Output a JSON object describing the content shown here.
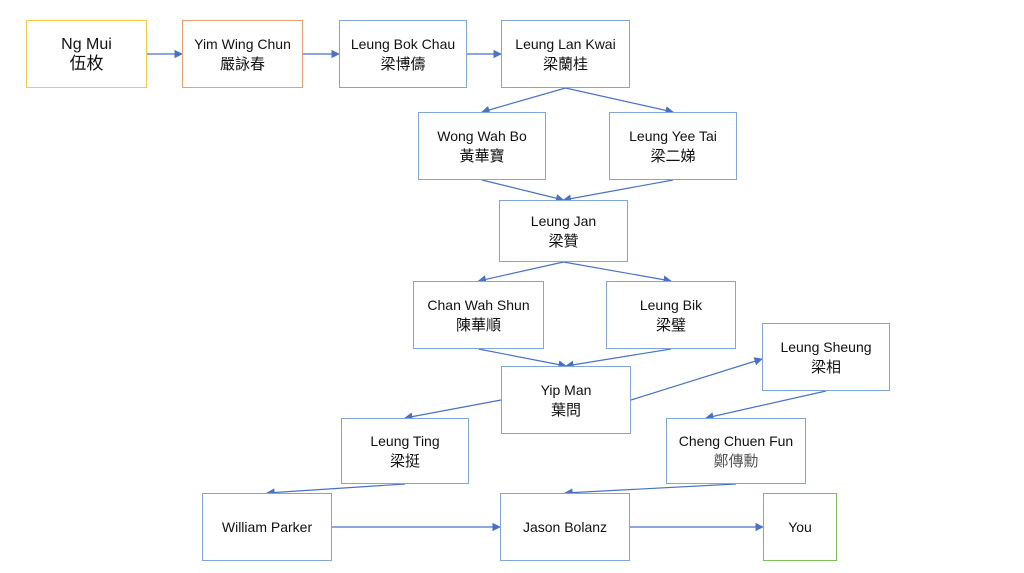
{
  "colors": {
    "node_border": "#7fa6d4",
    "edge": "#4a72c4",
    "ng_mui_border": "#f2c94c",
    "yim_wing_chun_border": "#e8a070",
    "you_border": "#7cbf5a"
  },
  "nodes": [
    {
      "id": "ngmui",
      "name": "Ng Mui",
      "chinese": "伍枚"
    },
    {
      "id": "yimwingchun",
      "name": "Yim Wing Chun",
      "chinese": "嚴詠春"
    },
    {
      "id": "leungbokchau",
      "name": "Leung Bok Chau",
      "chinese": "梁博儔"
    },
    {
      "id": "leunglankwai",
      "name": "Leung Lan Kwai",
      "chinese": "梁蘭桂"
    },
    {
      "id": "wongwahbo",
      "name": "Wong Wah Bo",
      "chinese": "黃華寶"
    },
    {
      "id": "leungyeetai",
      "name": "Leung Yee Tai",
      "chinese": "梁二娣"
    },
    {
      "id": "leungjan",
      "name": "Leung Jan",
      "chinese": "梁贊"
    },
    {
      "id": "chanwahshun",
      "name": "Chan Wah Shun",
      "chinese": "陳華順"
    },
    {
      "id": "leungbik",
      "name": "Leung Bik",
      "chinese": "梁璧"
    },
    {
      "id": "leungsheung",
      "name": "Leung Sheung",
      "chinese": "梁相"
    },
    {
      "id": "yipman",
      "name": "Yip Man",
      "chinese": "葉問"
    },
    {
      "id": "leungting",
      "name": "Leung Ting",
      "chinese": "梁挺"
    },
    {
      "id": "chengchuenfun",
      "name": "Cheng Chuen Fun",
      "chinese": "鄭傳勳"
    },
    {
      "id": "williamparker",
      "name": "William Parker",
      "chinese": ""
    },
    {
      "id": "jasonbolanz",
      "name": "Jason Bolanz",
      "chinese": ""
    },
    {
      "id": "you",
      "name": "You",
      "chinese": ""
    }
  ],
  "edges": [
    {
      "from": "ngmui",
      "to": "yimwingchun"
    },
    {
      "from": "yimwingchun",
      "to": "leungbokchau"
    },
    {
      "from": "leungbokchau",
      "to": "leunglankwai"
    },
    {
      "from": "leunglankwai",
      "to": "wongwahbo"
    },
    {
      "from": "leunglankwai",
      "to": "leungyeetai"
    },
    {
      "from": "wongwahbo",
      "to": "leungjan"
    },
    {
      "from": "leungyeetai",
      "to": "leungjan"
    },
    {
      "from": "leungjan",
      "to": "chanwahshun"
    },
    {
      "from": "leungjan",
      "to": "leungbik"
    },
    {
      "from": "chanwahshun",
      "to": "yipman"
    },
    {
      "from": "leungbik",
      "to": "yipman"
    },
    {
      "from": "yipman",
      "to": "leungting"
    },
    {
      "from": "yipman",
      "to": "leungsheung"
    },
    {
      "from": "leungsheung",
      "to": "chengchuenfun"
    },
    {
      "from": "leungting",
      "to": "williamparker"
    },
    {
      "from": "chengchuenfun",
      "to": "jasonbolanz"
    },
    {
      "from": "williamparker",
      "to": "jasonbolanz"
    },
    {
      "from": "jasonbolanz",
      "to": "you"
    }
  ]
}
